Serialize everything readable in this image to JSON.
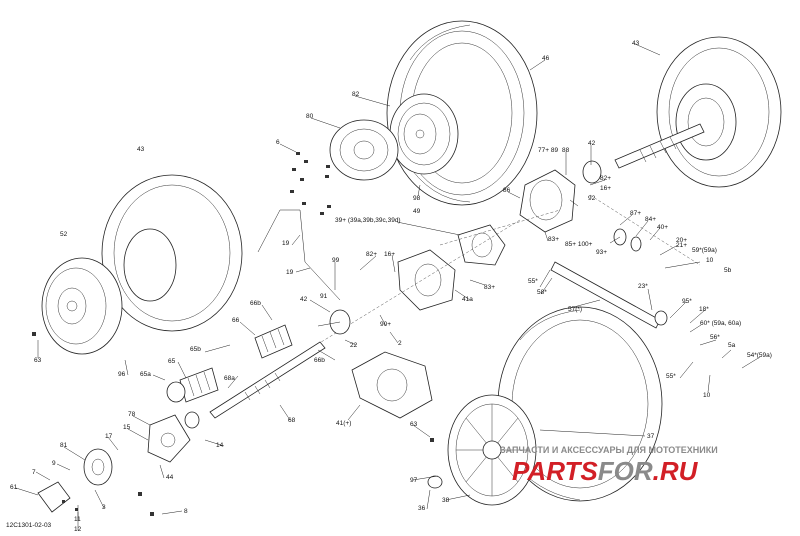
{
  "document_id": "12C1301-02-03",
  "watermark": {
    "tagline": "ЗАПЧАСТИ И АКСЕССУАРЫ ДЛЯ МОТОТЕХНИКИ",
    "brand_a": "PARTS",
    "brand_b": "FOR",
    "brand_c": ".RU",
    "color_red": "#d21f26",
    "color_gray": "#8a8a8a"
  },
  "callouts": [
    {
      "id": "43a",
      "text": "43"
    },
    {
      "id": "46",
      "text": "46"
    },
    {
      "id": "43b",
      "text": "43"
    },
    {
      "id": "82",
      "text": "82"
    },
    {
      "id": "80",
      "text": "80"
    },
    {
      "id": "6",
      "text": "6"
    },
    {
      "id": "77",
      "text": "77+ 89"
    },
    {
      "id": "88",
      "text": "88"
    },
    {
      "id": "42a",
      "text": "42"
    },
    {
      "id": "82p",
      "text": "82+"
    },
    {
      "id": "16p",
      "text": "16+"
    },
    {
      "id": "86",
      "text": "86"
    },
    {
      "id": "92",
      "text": "92"
    },
    {
      "id": "98",
      "text": "98"
    },
    {
      "id": "49",
      "text": "49"
    },
    {
      "id": "39",
      "text": "39+ (39a,39b,39c,39d)"
    },
    {
      "id": "83p",
      "text": "83+"
    },
    {
      "id": "85",
      "text": "85+ 100+"
    },
    {
      "id": "93p",
      "text": "93+"
    },
    {
      "id": "87p",
      "text": "87+"
    },
    {
      "id": "84p",
      "text": "84+"
    },
    {
      "id": "40p",
      "text": "40+"
    },
    {
      "id": "20p",
      "text": "20+"
    },
    {
      "id": "21p",
      "text": "21+"
    },
    {
      "id": "59",
      "text": "59*(59a)"
    },
    {
      "id": "10a",
      "text": "10"
    },
    {
      "id": "5b",
      "text": "5b"
    },
    {
      "id": "52",
      "text": "52"
    },
    {
      "id": "19a",
      "text": "19"
    },
    {
      "id": "19b",
      "text": "19"
    },
    {
      "id": "99",
      "text": "99"
    },
    {
      "id": "82pb",
      "text": "82+"
    },
    {
      "id": "16pb",
      "text": "16+"
    },
    {
      "id": "83pb",
      "text": "83+"
    },
    {
      "id": "41a",
      "text": "41a"
    },
    {
      "id": "55a",
      "text": "55*"
    },
    {
      "id": "58",
      "text": "58*"
    },
    {
      "id": "57",
      "text": "57(*)"
    },
    {
      "id": "23",
      "text": "23*"
    },
    {
      "id": "95",
      "text": "95*"
    },
    {
      "id": "18",
      "text": "18*"
    },
    {
      "id": "60",
      "text": "60* (59a, 60a)"
    },
    {
      "id": "56",
      "text": "56*"
    },
    {
      "id": "5a",
      "text": "5a"
    },
    {
      "id": "54",
      "text": "54*(59a)"
    },
    {
      "id": "55b",
      "text": "55*"
    },
    {
      "id": "10b",
      "text": "10"
    },
    {
      "id": "66b",
      "text": "66b"
    },
    {
      "id": "42b",
      "text": "42"
    },
    {
      "id": "91",
      "text": "91"
    },
    {
      "id": "90",
      "text": "90+"
    },
    {
      "id": "66",
      "text": "66"
    },
    {
      "id": "2",
      "text": "2"
    },
    {
      "id": "22",
      "text": "22"
    },
    {
      "id": "65b",
      "text": "65b"
    },
    {
      "id": "66bb",
      "text": "66b"
    },
    {
      "id": "65",
      "text": "65"
    },
    {
      "id": "96",
      "text": "96"
    },
    {
      "id": "63a",
      "text": "63"
    },
    {
      "id": "65a",
      "text": "65a"
    },
    {
      "id": "68a",
      "text": "68a"
    },
    {
      "id": "41",
      "text": "41(+)"
    },
    {
      "id": "68",
      "text": "68"
    },
    {
      "id": "78",
      "text": "78"
    },
    {
      "id": "15",
      "text": "15"
    },
    {
      "id": "17",
      "text": "17"
    },
    {
      "id": "14",
      "text": "14"
    },
    {
      "id": "81",
      "text": "81"
    },
    {
      "id": "44",
      "text": "44"
    },
    {
      "id": "9",
      "text": "9"
    },
    {
      "id": "7",
      "text": "7"
    },
    {
      "id": "3",
      "text": "3"
    },
    {
      "id": "61",
      "text": "61"
    },
    {
      "id": "11",
      "text": "11"
    },
    {
      "id": "12",
      "text": "12"
    },
    {
      "id": "8",
      "text": "8"
    },
    {
      "id": "63b",
      "text": "63"
    },
    {
      "id": "37",
      "text": "37"
    },
    {
      "id": "97",
      "text": "97"
    },
    {
      "id": "36",
      "text": "36"
    },
    {
      "id": "38",
      "text": "38"
    }
  ]
}
